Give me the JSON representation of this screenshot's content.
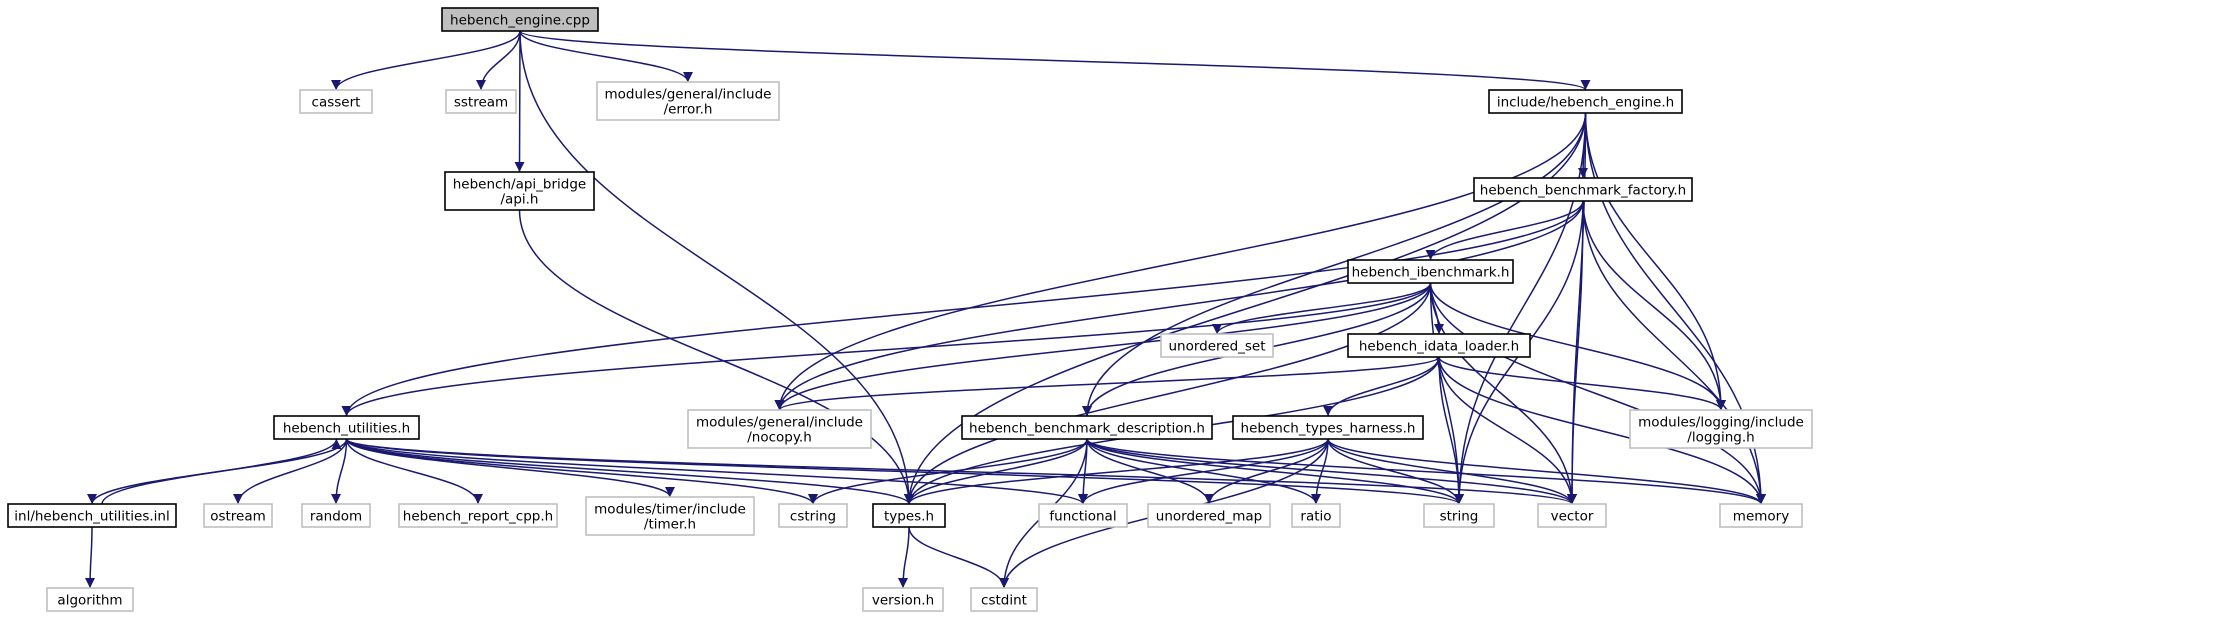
{
  "colors": {
    "edge": "#191970",
    "root_fill": "#bfbfbf",
    "root_border": "#000000",
    "documented_border": "#000000",
    "external_border": "#bfbfbf",
    "node_fill": "#ffffff"
  },
  "nodes": [
    {
      "id": "root",
      "lines": [
        "hebench_engine.cpp"
      ],
      "kind": "root"
    },
    {
      "id": "cassert",
      "lines": [
        "cassert"
      ],
      "kind": "external"
    },
    {
      "id": "sstream",
      "lines": [
        "sstream"
      ],
      "kind": "external"
    },
    {
      "id": "error_h",
      "lines": [
        "modules/general/include",
        "/error.h"
      ],
      "kind": "external"
    },
    {
      "id": "engine_h",
      "lines": [
        "include/hebench_engine.h"
      ],
      "kind": "documented"
    },
    {
      "id": "api_h",
      "lines": [
        "hebench/api_bridge",
        "/api.h"
      ],
      "kind": "documented"
    },
    {
      "id": "factory_h",
      "lines": [
        "hebench_benchmark_factory.h"
      ],
      "kind": "documented"
    },
    {
      "id": "ibench_h",
      "lines": [
        "hebench_ibenchmark.h"
      ],
      "kind": "documented"
    },
    {
      "id": "unordered_set",
      "lines": [
        "unordered_set"
      ],
      "kind": "external"
    },
    {
      "id": "loader_h",
      "lines": [
        "hebench_idata_loader.h"
      ],
      "kind": "documented"
    },
    {
      "id": "utilities_h",
      "lines": [
        "hebench_utilities.h"
      ],
      "kind": "documented"
    },
    {
      "id": "nocopy_h",
      "lines": [
        "modules/general/include",
        "/nocopy.h"
      ],
      "kind": "external"
    },
    {
      "id": "desc_h",
      "lines": [
        "hebench_benchmark_description.h"
      ],
      "kind": "documented"
    },
    {
      "id": "harness_h",
      "lines": [
        "hebench_types_harness.h"
      ],
      "kind": "documented"
    },
    {
      "id": "logging_h",
      "lines": [
        "modules/logging/include",
        "/logging.h"
      ],
      "kind": "external"
    },
    {
      "id": "utilities_inl",
      "lines": [
        "inl/hebench_utilities.inl"
      ],
      "kind": "documented"
    },
    {
      "id": "ostream",
      "lines": [
        "ostream"
      ],
      "kind": "external"
    },
    {
      "id": "random",
      "lines": [
        "random"
      ],
      "kind": "external"
    },
    {
      "id": "report_h",
      "lines": [
        "hebench_report_cpp.h"
      ],
      "kind": "external"
    },
    {
      "id": "timer_h",
      "lines": [
        "modules/timer/include",
        "/timer.h"
      ],
      "kind": "external"
    },
    {
      "id": "cstring",
      "lines": [
        "cstring"
      ],
      "kind": "external"
    },
    {
      "id": "types_h",
      "lines": [
        "types.h"
      ],
      "kind": "documented"
    },
    {
      "id": "functional",
      "lines": [
        "functional"
      ],
      "kind": "external"
    },
    {
      "id": "unordered_map",
      "lines": [
        "unordered_map"
      ],
      "kind": "external"
    },
    {
      "id": "ratio",
      "lines": [
        "ratio"
      ],
      "kind": "external"
    },
    {
      "id": "string",
      "lines": [
        "string"
      ],
      "kind": "external"
    },
    {
      "id": "vector",
      "lines": [
        "vector"
      ],
      "kind": "external"
    },
    {
      "id": "memory",
      "lines": [
        "memory"
      ],
      "kind": "external"
    },
    {
      "id": "algorithm",
      "lines": [
        "algorithm"
      ],
      "kind": "external"
    },
    {
      "id": "version_h",
      "lines": [
        "version.h"
      ],
      "kind": "external"
    },
    {
      "id": "cstdint",
      "lines": [
        "cstdint"
      ],
      "kind": "external"
    }
  ],
  "edges": [
    [
      "root",
      "cassert"
    ],
    [
      "root",
      "sstream"
    ],
    [
      "root",
      "error_h"
    ],
    [
      "root",
      "engine_h"
    ],
    [
      "root",
      "api_h"
    ],
    [
      "root",
      "types_h"
    ],
    [
      "engine_h",
      "factory_h"
    ],
    [
      "engine_h",
      "desc_h"
    ],
    [
      "engine_h",
      "nocopy_h"
    ],
    [
      "engine_h",
      "logging_h"
    ],
    [
      "engine_h",
      "types_h"
    ],
    [
      "engine_h",
      "string"
    ],
    [
      "engine_h",
      "vector"
    ],
    [
      "engine_h",
      "memory"
    ],
    [
      "api_h",
      "types_h"
    ],
    [
      "factory_h",
      "ibench_h"
    ],
    [
      "factory_h",
      "utilities_h"
    ],
    [
      "factory_h",
      "nocopy_h"
    ],
    [
      "factory_h",
      "logging_h"
    ],
    [
      "factory_h",
      "string"
    ],
    [
      "factory_h",
      "vector"
    ],
    [
      "factory_h",
      "memory"
    ],
    [
      "ibench_h",
      "unordered_set"
    ],
    [
      "ibench_h",
      "loader_h"
    ],
    [
      "ibench_h",
      "desc_h"
    ],
    [
      "ibench_h",
      "utilities_h"
    ],
    [
      "ibench_h",
      "nocopy_h"
    ],
    [
      "ibench_h",
      "logging_h"
    ],
    [
      "ibench_h",
      "types_h"
    ],
    [
      "ibench_h",
      "string"
    ],
    [
      "ibench_h",
      "vector"
    ],
    [
      "ibench_h",
      "memory"
    ],
    [
      "loader_h",
      "harness_h"
    ],
    [
      "loader_h",
      "nocopy_h"
    ],
    [
      "loader_h",
      "logging_h"
    ],
    [
      "loader_h",
      "types_h"
    ],
    [
      "loader_h",
      "string"
    ],
    [
      "loader_h",
      "vector"
    ],
    [
      "loader_h",
      "memory"
    ],
    [
      "utilities_h",
      "utilities_inl"
    ],
    [
      "utilities_h",
      "ostream"
    ],
    [
      "utilities_h",
      "random"
    ],
    [
      "utilities_h",
      "report_h"
    ],
    [
      "utilities_h",
      "timer_h"
    ],
    [
      "utilities_h",
      "cstring"
    ],
    [
      "utilities_h",
      "types_h"
    ],
    [
      "utilities_h",
      "functional"
    ],
    [
      "utilities_h",
      "string"
    ],
    [
      "utilities_h",
      "vector"
    ],
    [
      "utilities_inl",
      "utilities_h"
    ],
    [
      "utilities_inl",
      "algorithm"
    ],
    [
      "desc_h",
      "cstring"
    ],
    [
      "desc_h",
      "types_h"
    ],
    [
      "desc_h",
      "cstdint"
    ],
    [
      "desc_h",
      "functional"
    ],
    [
      "desc_h",
      "unordered_map"
    ],
    [
      "desc_h",
      "ratio"
    ],
    [
      "desc_h",
      "string"
    ],
    [
      "desc_h",
      "vector"
    ],
    [
      "desc_h",
      "memory"
    ],
    [
      "harness_h",
      "types_h"
    ],
    [
      "harness_h",
      "functional"
    ],
    [
      "harness_h",
      "unordered_map"
    ],
    [
      "harness_h",
      "ratio"
    ],
    [
      "harness_h",
      "string"
    ],
    [
      "harness_h",
      "vector"
    ],
    [
      "harness_h",
      "memory"
    ],
    [
      "harness_h",
      "cstdint"
    ],
    [
      "types_h",
      "version_h"
    ],
    [
      "types_h",
      "cstdint"
    ]
  ]
}
